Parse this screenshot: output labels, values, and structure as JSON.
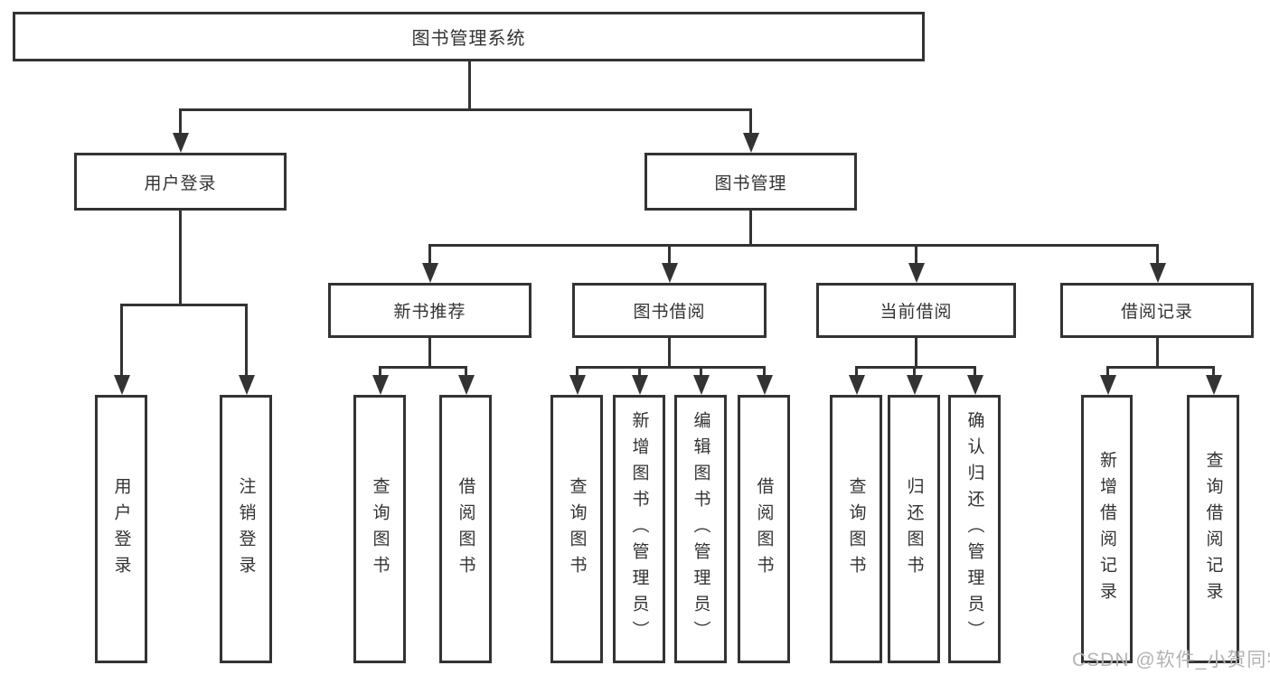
{
  "diagram_title": "图书管理系统",
  "nodes": {
    "root": "图书管理系统",
    "level2": [
      "用户登录",
      "图书管理"
    ],
    "level3": [
      "新书推荐",
      "图书借阅",
      "当前借阅",
      "借阅记录"
    ],
    "leaves": [
      "用户登录",
      "注销登录",
      "查询图书",
      "借阅图书",
      "查询图书",
      "新增图书（管理员）",
      "编辑图书（管理员）",
      "借阅图书",
      "查询图书",
      "归还图书",
      "确认归还（管理员）",
      "新增借阅记录",
      "查询借阅记录"
    ]
  },
  "hierarchy": {
    "图书管理系统": [
      "用户登录",
      "图书管理"
    ],
    "用户登录": [
      "用户登录",
      "注销登录"
    ],
    "图书管理": [
      "新书推荐",
      "图书借阅",
      "当前借阅",
      "借阅记录"
    ],
    "新书推荐": [
      "查询图书",
      "借阅图书"
    ],
    "图书借阅": [
      "查询图书",
      "新增图书（管理员）",
      "编辑图书（管理员）",
      "借阅图书"
    ],
    "当前借阅": [
      "查询图书",
      "归还图书",
      "确认归还（管理员）"
    ],
    "借阅记录": [
      "新增借阅记录",
      "查询借阅记录"
    ]
  },
  "watermark": "CSDN @软件_小贺同学",
  "colors": {
    "line": "#333333",
    "text": "#333333",
    "background": "#ffffff",
    "watermark": "#b3b3b3"
  }
}
